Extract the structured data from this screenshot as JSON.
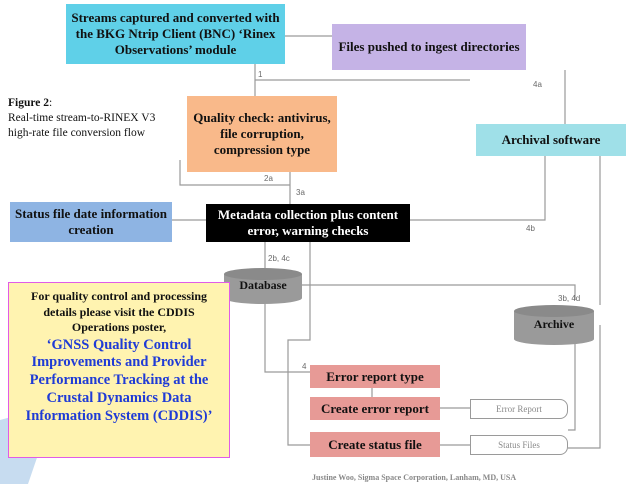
{
  "boxes": {
    "streams": "Streams captured and converted with the BKG Ntrip Client (BNC) ‘Rinex Observations’ module",
    "files_pushed": "Files pushed to ingest directories",
    "quality_check": "Quality check: antivirus, file corruption, compression type",
    "archival_software": "Archival software",
    "status_file_date": "Status file date information creation",
    "metadata": "Metadata collection plus content error, warning checks",
    "error_report_type": "Error report type",
    "create_error_report": "Create error report",
    "create_status_file": "Create status file"
  },
  "stores": {
    "database": "Database",
    "archive": "Archive"
  },
  "documents": {
    "error_report": "Error Report",
    "status_files": "Status Files"
  },
  "edge_labels": {
    "e1": "1",
    "e4a": "4a",
    "e2a": "2a",
    "e3a": "3a",
    "e4b": "4b",
    "e2b4c": "2b, 4c",
    "e3b4d": "3b, 4d",
    "e4": "4"
  },
  "figure": {
    "label": "Figure 2",
    "suffix": ":",
    "caption": "Real-time stream-to-RINEX V3 high-rate file conversion flow"
  },
  "note": {
    "intro": "For quality control and processing details please visit the CDDIS Operations poster,",
    "title": "‘GNSS Quality Control Improvements and Provider Performance Tracking at the Crustal Dynamics Data Information System (CDDIS)’"
  },
  "credit": "Justine Woo, Sigma Space Corporation, Lanham, MD, USA",
  "colors": {
    "cyan": "#5fd0e8",
    "lavender": "#c5b3e6",
    "orange": "#f9b98a",
    "aqua": "#9fe0e8",
    "steel": "#8eb4e3",
    "black": "#000000",
    "pink": "#e79a96",
    "note_bg": "#fff3b0",
    "note_border": "#e05be8",
    "note_title": "#1f3bd6",
    "gray": "#9a9a9a"
  }
}
